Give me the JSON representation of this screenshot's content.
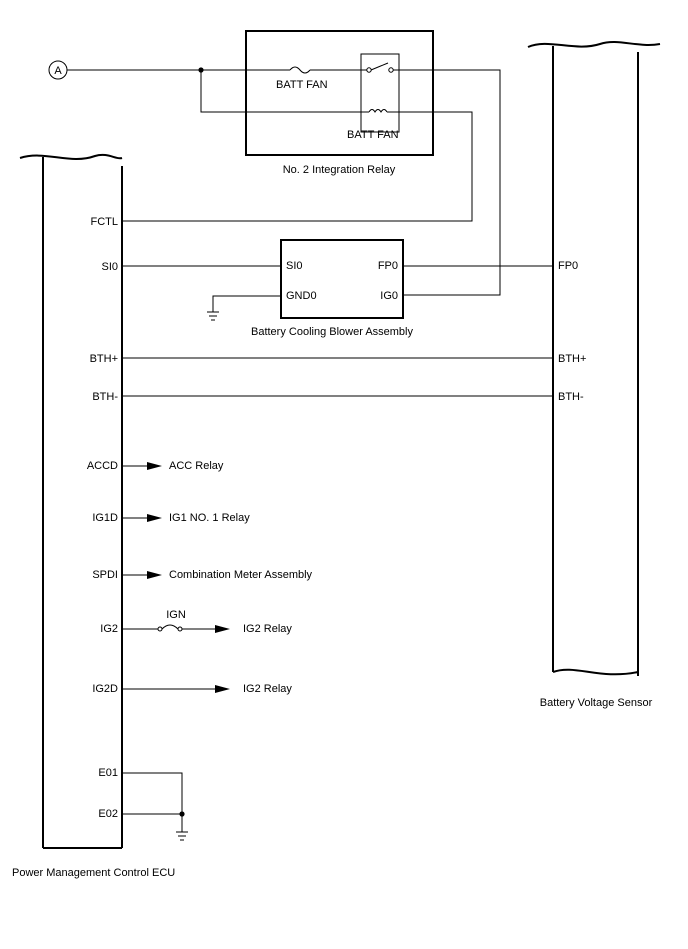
{
  "connector": {
    "label": "A"
  },
  "relay": {
    "title": "No. 2 Integration Relay",
    "fuse_label": "BATT FAN",
    "coil_label": "BATT FAN"
  },
  "blower": {
    "title": "Battery Cooling Blower Assembly",
    "pin_si0": "SI0",
    "pin_gnd0": "GND0",
    "pin_fp0": "FP0",
    "pin_ig0": "IG0"
  },
  "ecu": {
    "title": "Power Management Control ECU",
    "pins": {
      "fctl": "FCTL",
      "si0": "SI0",
      "bth_plus": "BTH+",
      "bth_minus": "BTH-",
      "accd": "ACCD",
      "ig1d": "IG1D",
      "spdi": "SPDI",
      "ig2": "IG2",
      "ig2d": "IG2D",
      "e01": "E01",
      "e02": "E02"
    }
  },
  "sensor": {
    "title": "Battery Voltage Sensor",
    "pins": {
      "fp0": "FP0",
      "bth_plus": "BTH+",
      "bth_minus": "BTH-"
    }
  },
  "outputs": {
    "acc_relay": "ACC Relay",
    "ig1_relay": "IG1 NO. 1 Relay",
    "combo_meter": "Combination Meter Assembly",
    "ign_fuse": "IGN",
    "ig2_relay": "IG2 Relay",
    "ig2d_relay": "IG2 Relay"
  }
}
